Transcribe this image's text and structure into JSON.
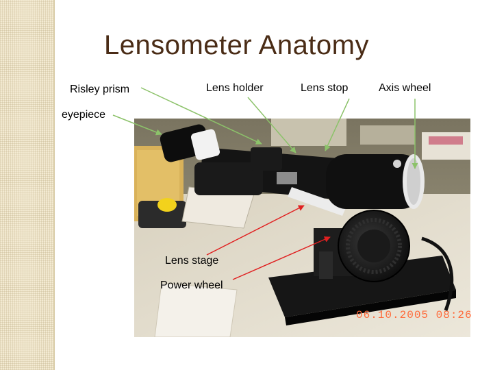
{
  "slide": {
    "title": "Lensometer Anatomy"
  },
  "labels": {
    "risley_prism": "Risley prism",
    "eyepiece": "eyepiece",
    "lens_holder": "Lens holder",
    "lens_stop": "Lens stop",
    "axis_wheel": "Axis wheel",
    "lens_stage": "Lens stage",
    "power_wheel": "Power wheel"
  },
  "photo": {
    "timestamp": "06.10.2005  08:26"
  },
  "colors": {
    "title": "#4a2c16",
    "green_arrow": "#8cc26a",
    "red_arrow": "#e02020",
    "timestamp": "#ff6a3a",
    "side_band": "#f3ead2"
  }
}
